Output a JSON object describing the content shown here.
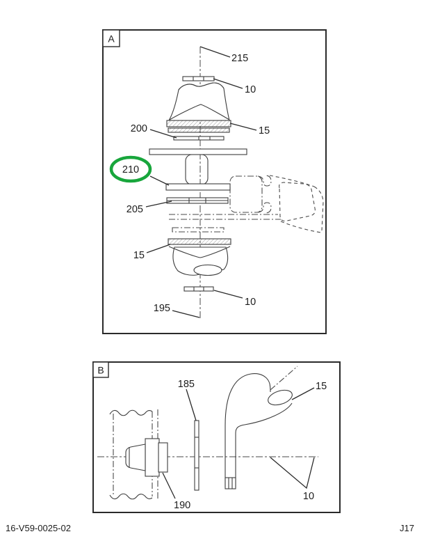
{
  "panel_a": {
    "label": "A",
    "callouts": {
      "top_bolt": "215",
      "washer_upper": "10",
      "retainer_upper": "200",
      "insulator_upper": "15",
      "spacer_highlighted": "210",
      "retainer_mid": "205",
      "insulator_lower": "15",
      "washer_lower": "10",
      "bolt_lower": "195"
    }
  },
  "panel_b": {
    "label": "B",
    "callouts": {
      "shim": "185",
      "insulator": "15",
      "bolt": "190",
      "centerline_hardware": "10"
    }
  },
  "footer": {
    "document_number": "16-V59-0025-02",
    "page_code": "J17"
  },
  "colors": {
    "highlight": "#18A63C",
    "line": "#3C3C3C"
  }
}
